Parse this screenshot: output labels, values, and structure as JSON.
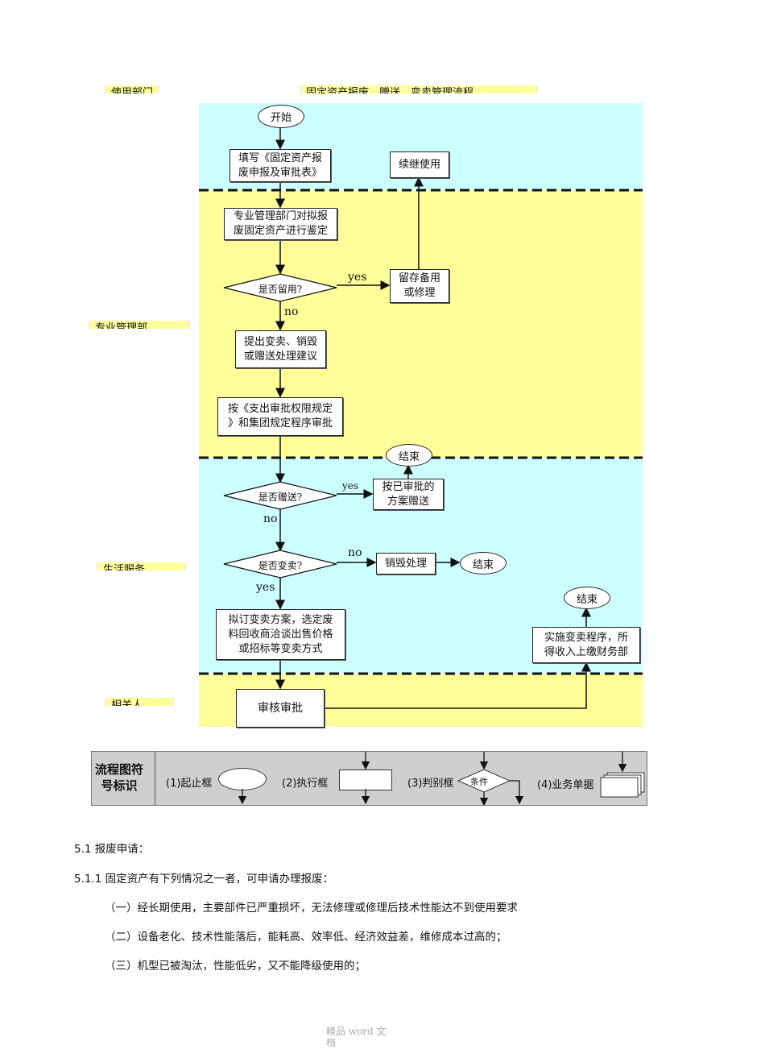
{
  "lanes": {
    "top_left": "使用部门",
    "title": "固定资产报废、赠送、变卖管理流程",
    "professional": "专业管理部",
    "service": "生活服务",
    "related": "相关人"
  },
  "colors": {
    "cyan_band": "#ccffff",
    "yellow_band": "#ffff99"
  },
  "nodes": {
    "start": "开始",
    "fill_form": [
      "填写《固定资产报",
      "废申报及审批表》"
    ],
    "continue_use": "续继使用",
    "appraise": [
      "专业管理部门对拟报",
      "废固定资产进行鉴定"
    ],
    "retain_q": "是否留用?",
    "retain_box": [
      "留存备用",
      "或修理"
    ],
    "propose": [
      "提出变卖、销毁",
      "或赠送处理建议"
    ],
    "approve": [
      "按《支出审批权限规定",
      "》和集团规定程序审批"
    ],
    "end1": "结束",
    "donate_q": "是否赠送?",
    "donate_box": [
      "按已审批的",
      "方案赠送"
    ],
    "sell_q": "是否变卖?",
    "destroy": "销毁处理",
    "end2": "结束",
    "sell_plan": [
      "拟订变卖方案，选定废",
      "料回收商洽谈出售价格",
      "或招标等变卖方式"
    ],
    "end3": "结束",
    "implement": [
      "实施变卖程序，所",
      "得收入上缴财务部"
    ],
    "review": "审核审批"
  },
  "edge_labels": {
    "yes1": "yes",
    "no1": "no",
    "yes2": "yes",
    "no2": "no",
    "no3": "no",
    "yes3": "yes"
  },
  "legend": {
    "title": [
      "流程图符",
      "号标识"
    ],
    "start_end": "(1)起止框",
    "process": "(2)执行框",
    "decision": "(3)判别框",
    "condition": "条件",
    "document": "(4)业务单据"
  },
  "text": {
    "h1": "5.1 报废申请：",
    "h2": "5.1.1 固定资产有下列情况之一者，可申请办理报废：",
    "items": [
      "（一）经长期使用，主要部件已严重损坏，无法修理或修理后技术性能达不到使用要求",
      "（二）设备老化、技术性能落后，能耗高、效率低、经济效益差，维修成本过高的；",
      "（三）机型已被淘汰，性能低劣，又不能降级使用的；"
    ],
    "footer": [
      "精品 word 文",
      "档"
    ]
  }
}
